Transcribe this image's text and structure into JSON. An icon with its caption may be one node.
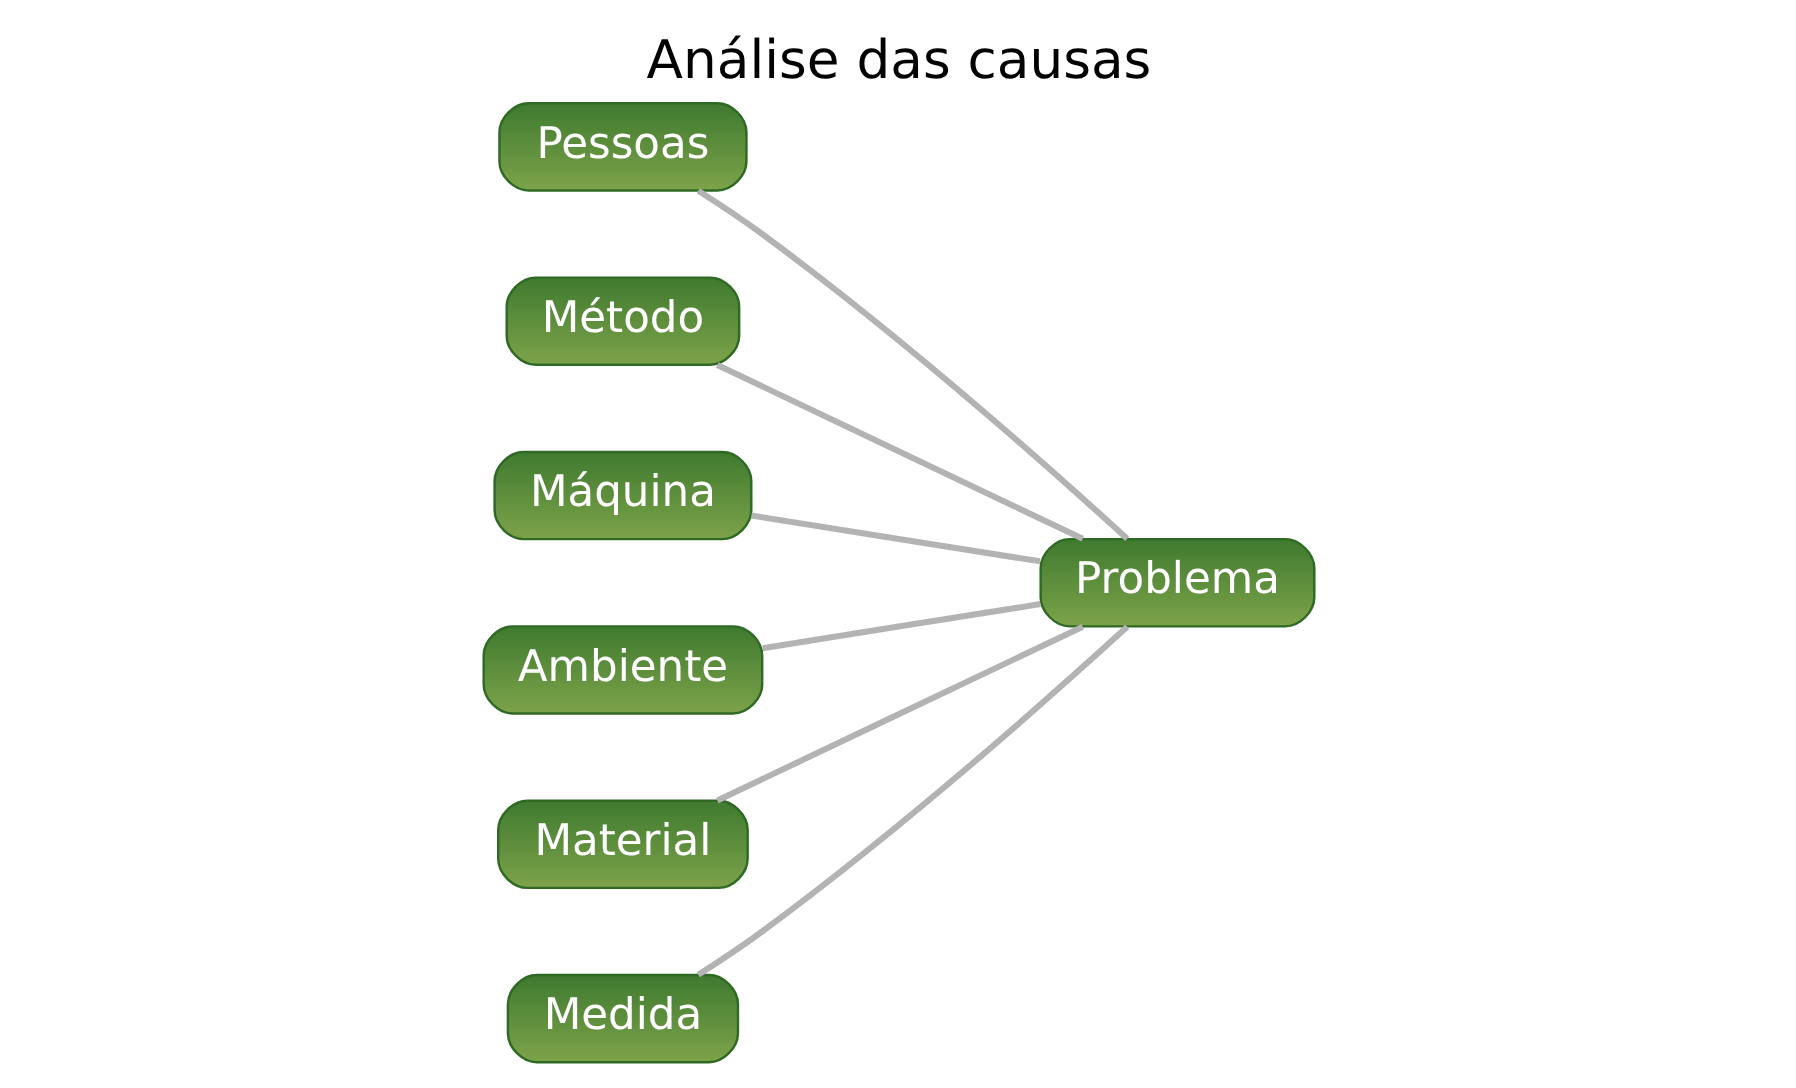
{
  "diagram": {
    "title": "Análise das causas",
    "nodes": [
      {
        "text": [
          "Pessoas"
        ]
      },
      {
        "text": [
          "Método"
        ]
      },
      {
        "text": [
          "Máquina"
        ]
      },
      {
        "text": [
          "Problema"
        ]
      },
      {
        "text": [
          "Ambiente"
        ]
      },
      {
        "text": [
          "Material"
        ]
      },
      {
        "text": [
          "Medida"
        ]
      }
    ],
    "edges": [
      {
        "from": 0,
        "to": 3,
        "arrow": "none"
      },
      {
        "from": 4,
        "to": 3,
        "arrow": "none"
      },
      {
        "from": 1,
        "to": 3,
        "arrow": "none"
      },
      {
        "from": 5,
        "to": 3,
        "arrow": "none"
      },
      {
        "from": 2,
        "to": 3,
        "arrow": "none"
      },
      {
        "from": 6,
        "to": 3,
        "arrow": "none"
      }
    ]
  }
}
